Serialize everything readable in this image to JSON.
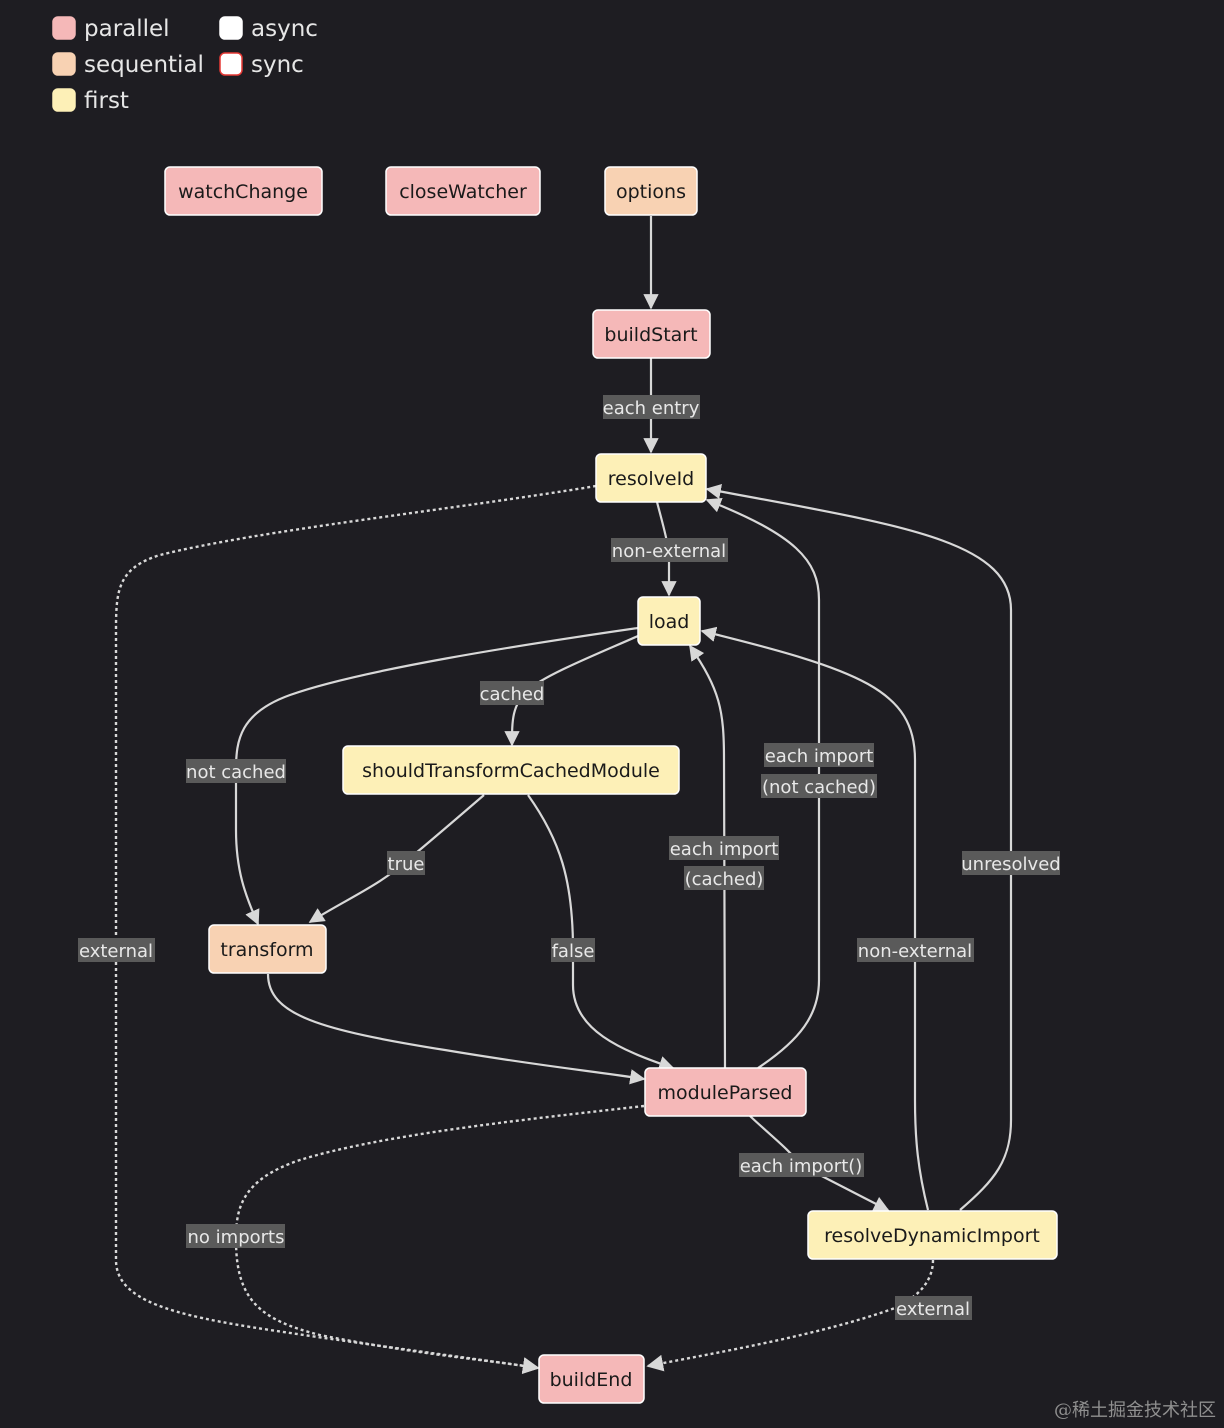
{
  "legend": {
    "kinds": [
      {
        "label": "parallel",
        "color": "#f5b8b8"
      },
      {
        "label": "sequential",
        "color": "#f8d2b3"
      },
      {
        "label": "first",
        "color": "#fdf0b7"
      }
    ],
    "modes": [
      {
        "label": "async",
        "color": "#ffffff"
      },
      {
        "label": "sync",
        "color": "#ffffff"
      }
    ]
  },
  "nodes": {
    "watchChange": {
      "label": "watchChange",
      "kind": "parallel"
    },
    "closeWatcher": {
      "label": "closeWatcher",
      "kind": "parallel"
    },
    "options": {
      "label": "options",
      "kind": "sequential"
    },
    "buildStart": {
      "label": "buildStart",
      "kind": "parallel"
    },
    "resolveId": {
      "label": "resolveId",
      "kind": "first"
    },
    "load": {
      "label": "load",
      "kind": "first"
    },
    "shouldTransformCachedModule": {
      "label": "shouldTransformCachedModule",
      "kind": "first"
    },
    "transform": {
      "label": "transform",
      "kind": "sequential"
    },
    "moduleParsed": {
      "label": "moduleParsed",
      "kind": "parallel"
    },
    "resolveDynamicImport": {
      "label": "resolveDynamicImport",
      "kind": "first"
    },
    "buildEnd": {
      "label": "buildEnd",
      "kind": "parallel"
    }
  },
  "edge_labels": {
    "each_entry": "each entry",
    "non_external_1": "non-external",
    "cached": "cached",
    "not_cached": "not cached",
    "true": "true",
    "false": "false",
    "each_import_cached_1": "each import",
    "each_import_cached_2": "(cached)",
    "each_import_not_cached_1": "each import",
    "each_import_not_cached_2": "(not cached)",
    "unresolved": "unresolved",
    "non_external_2": "non-external",
    "external_1": "external",
    "each_dynamic_import": "each import()",
    "no_imports": "no imports",
    "external_2": "external"
  },
  "edges": [
    {
      "from": "options",
      "to": "buildStart",
      "style": "solid"
    },
    {
      "from": "buildStart",
      "to": "resolveId",
      "label": "each entry",
      "style": "solid"
    },
    {
      "from": "resolveId",
      "to": "load",
      "label": "non-external",
      "style": "solid"
    },
    {
      "from": "load",
      "to": "shouldTransformCachedModule",
      "label": "cached",
      "style": "solid"
    },
    {
      "from": "load",
      "to": "transform",
      "label": "not cached",
      "style": "solid"
    },
    {
      "from": "shouldTransformCachedModule",
      "to": "transform",
      "label": "true",
      "style": "solid"
    },
    {
      "from": "shouldTransformCachedModule",
      "to": "moduleParsed",
      "label": "false",
      "style": "solid"
    },
    {
      "from": "transform",
      "to": "moduleParsed",
      "style": "solid"
    },
    {
      "from": "moduleParsed",
      "to": "load",
      "label": "each import (cached)",
      "style": "solid"
    },
    {
      "from": "moduleParsed",
      "to": "resolveId",
      "label": "each import (not cached)",
      "style": "solid"
    },
    {
      "from": "moduleParsed",
      "to": "resolveDynamicImport",
      "label": "each import()",
      "style": "solid"
    },
    {
      "from": "resolveDynamicImport",
      "to": "resolveId",
      "label": "unresolved",
      "style": "solid"
    },
    {
      "from": "resolveDynamicImport",
      "to": "load",
      "label": "non-external",
      "style": "solid"
    },
    {
      "from": "resolveId",
      "to": "buildEnd",
      "label": "external",
      "style": "dashed"
    },
    {
      "from": "moduleParsed",
      "to": "buildEnd",
      "label": "no imports",
      "style": "dashed"
    },
    {
      "from": "resolveDynamicImport",
      "to": "buildEnd",
      "label": "external",
      "style": "dashed"
    }
  ],
  "watermark": "@稀土掘金技术社区",
  "colors": {
    "background": "#1e1d22",
    "parallel": "#f5b8b8",
    "sequential": "#f8d2b3",
    "first": "#fdf0b7",
    "edge": "#d8d8d8",
    "edge_label_bg": "#5a5a5a"
  }
}
